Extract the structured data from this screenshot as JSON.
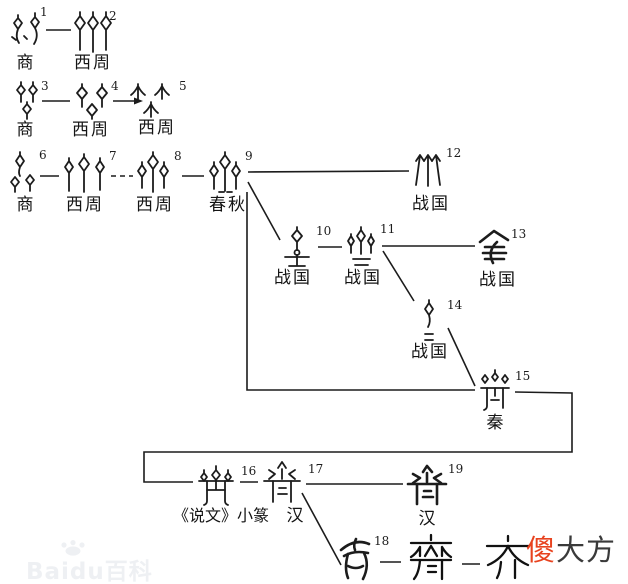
{
  "forms": [
    {
      "num": "1",
      "period": "商"
    },
    {
      "num": "2",
      "period": "西周"
    },
    {
      "num": "3",
      "period": "商"
    },
    {
      "num": "4",
      "period": "西周"
    },
    {
      "num": "5",
      "period": "西周"
    },
    {
      "num": "6",
      "period": "商"
    },
    {
      "num": "7",
      "period": "西周"
    },
    {
      "num": "8",
      "period": "西周"
    },
    {
      "num": "9",
      "period": "春秋"
    },
    {
      "num": "10",
      "period": "战国"
    },
    {
      "num": "11",
      "period": "战国"
    },
    {
      "num": "12",
      "period": "战国"
    },
    {
      "num": "13",
      "period": "战国"
    },
    {
      "num": "14",
      "period": "战国"
    },
    {
      "num": "15",
      "period": "秦"
    },
    {
      "num": "16",
      "period": "《说文》小篆"
    },
    {
      "num": "17",
      "period": "汉"
    },
    {
      "num": "18",
      "period": ""
    },
    {
      "num": "19",
      "period": "汉"
    }
  ],
  "bottom_row": {
    "traditional": "齊",
    "simplified": "齐"
  },
  "watermarks": {
    "site_red": "傻",
    "site_rest": "大方",
    "baidu": "Baidu百科"
  },
  "colors": {
    "ink": "#1c1c1c",
    "site_red": "#e8431f",
    "site_gray": "#3a3a3a",
    "baidu_watermark": "#eef0f3",
    "background": "#ffffff"
  }
}
